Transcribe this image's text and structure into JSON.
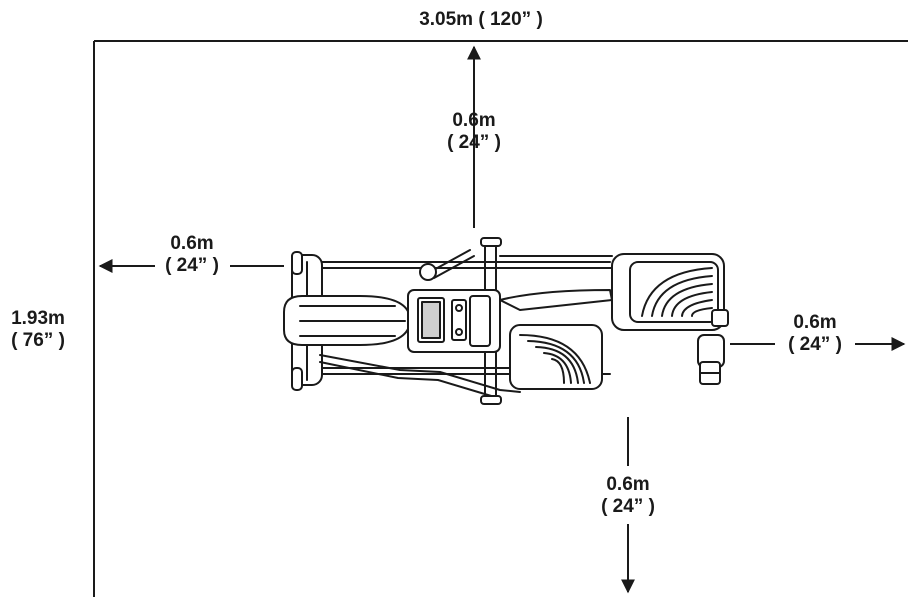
{
  "room": {
    "width_label": "3.05m ( 120” )",
    "depth_label_metric": "1.93m",
    "depth_label_imperial": "( 76” )"
  },
  "clearances": {
    "top": {
      "metric": "0.6m",
      "imperial": "( 24” )"
    },
    "left": {
      "metric": "0.6m",
      "imperial": "( 24” )"
    },
    "right": {
      "metric": "0.6m",
      "imperial": "( 24” )"
    },
    "bottom": {
      "metric": "0.6m",
      "imperial": "( 24” )"
    }
  },
  "machine": {
    "icon": "elliptical-trainer-top-view-icon"
  }
}
